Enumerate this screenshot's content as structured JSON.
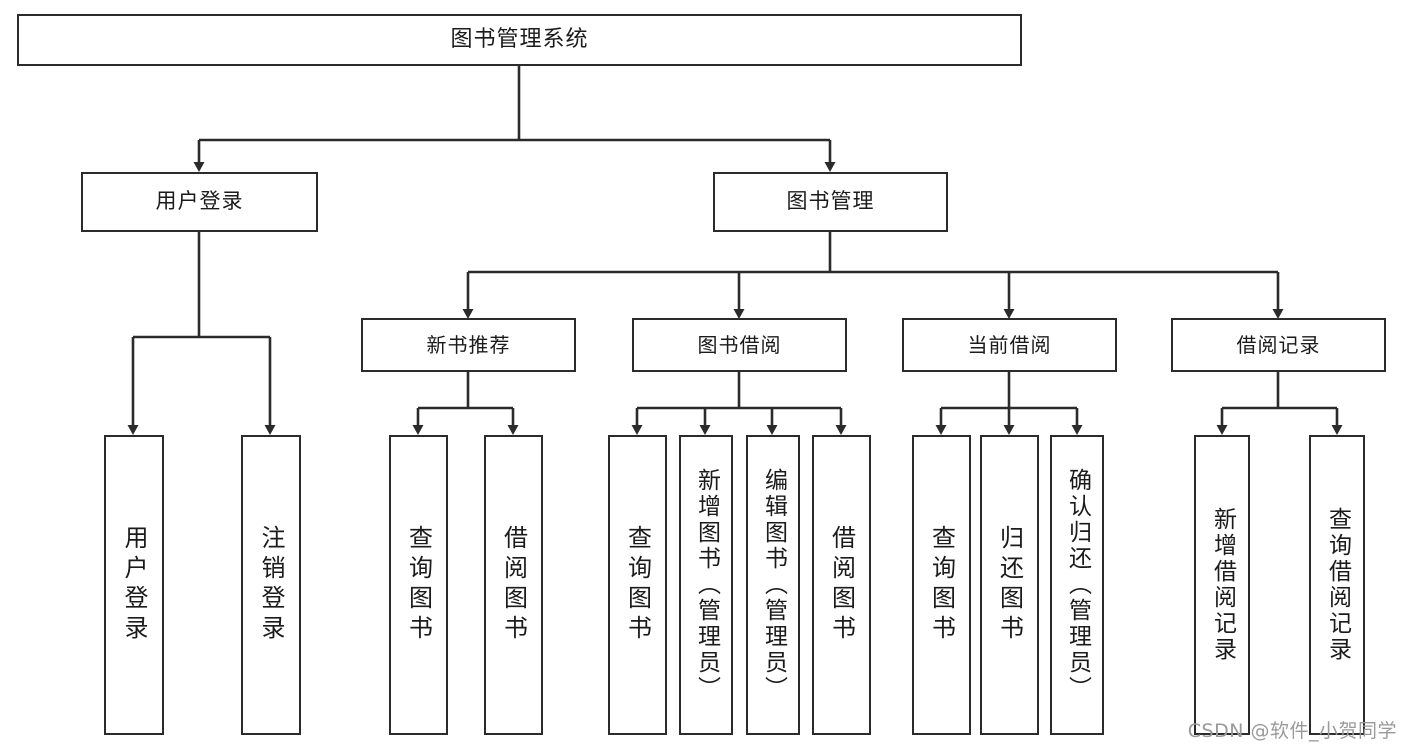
{
  "diagram": {
    "type": "tree",
    "title": "图书管理系统",
    "orientation": "top-down",
    "colors": {
      "background": "#ffffff",
      "box_border": "#2b2b2b",
      "box_fill": "#ffffff",
      "connector": "#2b2b2b",
      "text": "#1b1b1b",
      "watermark": "#9a9a9a"
    }
  },
  "nodes": {
    "root": {
      "label": "图书管理系统"
    },
    "level2": [
      {
        "id": "user-login",
        "label": "用户登录"
      },
      {
        "id": "book-manage",
        "label": "图书管理"
      }
    ],
    "level3": [
      {
        "id": "new-book-recommend",
        "label": "新书推荐"
      },
      {
        "id": "book-borrow",
        "label": "图书借阅"
      },
      {
        "id": "current-borrow",
        "label": "当前借阅"
      },
      {
        "id": "borrow-record",
        "label": "借阅记录"
      }
    ],
    "leaves": [
      {
        "id": "leaf-user-login",
        "label": "用户登录",
        "parent": "user-login"
      },
      {
        "id": "leaf-user-logout",
        "label": "注销登录",
        "parent": "user-login"
      },
      {
        "id": "leaf-query-book-1",
        "label": "查询图书",
        "parent": "new-book-recommend"
      },
      {
        "id": "leaf-borrow-book-1",
        "label": "借阅图书",
        "parent": "new-book-recommend"
      },
      {
        "id": "leaf-query-book-2",
        "label": "查询图书",
        "parent": "book-borrow"
      },
      {
        "id": "leaf-add-book",
        "label": "新增图书（管理员）",
        "parent": "book-borrow"
      },
      {
        "id": "leaf-edit-book",
        "label": "编辑图书（管理员）",
        "parent": "book-borrow"
      },
      {
        "id": "leaf-borrow-book-2",
        "label": "借阅图书",
        "parent": "book-borrow"
      },
      {
        "id": "leaf-query-book-3",
        "label": "查询图书",
        "parent": "current-borrow"
      },
      {
        "id": "leaf-return-book",
        "label": "归还图书",
        "parent": "current-borrow"
      },
      {
        "id": "leaf-confirm-return",
        "label": "确认归还（管理员）",
        "parent": "current-borrow"
      },
      {
        "id": "leaf-add-record",
        "label": "新增借阅记录",
        "parent": "borrow-record"
      },
      {
        "id": "leaf-query-record",
        "label": "查询借阅记录",
        "parent": "borrow-record"
      }
    ]
  },
  "watermark": {
    "text": "CSDN @软件_小贺同学"
  }
}
